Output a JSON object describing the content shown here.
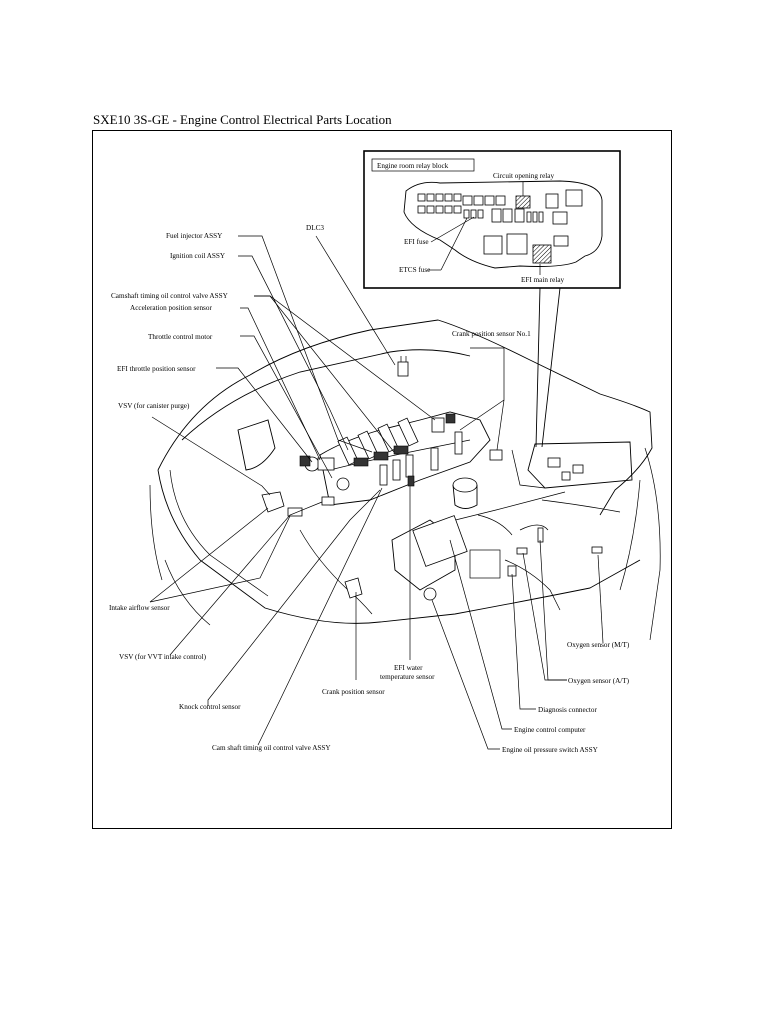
{
  "title": "SXE10 3S-GE - Engine Control Electrical Parts Location",
  "relay_block": {
    "title": "Engine room relay block",
    "circuit_opening_relay": "Circuit opening relay",
    "efi_fuse": "EFI fuse",
    "etcs_fuse": "ETCS fuse",
    "efi_main_relay": "EFI main relay"
  },
  "labels": {
    "dlc3": "DLC3",
    "fuel_injector": "Fuel injector ASSY",
    "ignition_coil": "Ignition coil ASSY",
    "camshaft_ocv_top": "Camshaft timing oil control valve ASSY",
    "acceleration_sensor": "Acceleration position sensor",
    "throttle_motor": "Throttle control motor",
    "efi_throttle_sensor": "EFI throttle position sensor",
    "vsv_canister": "VSV (for canister purge)",
    "crank_sensor_no1": "Crank position sensor No.1",
    "intake_airflow": "Intake airflow sensor",
    "vsv_vvt": "VSV (for VVT intake control)",
    "knock_sensor": "Knock control sensor",
    "cam_ocv_bottom": "Cam shaft timing oil control valve ASSY",
    "crank_sensor": "Crank position sensor",
    "efi_water_temp_1": "EFI water",
    "efi_water_temp_2": "temperature sensor",
    "oxygen_mt": "Oxygen sensor (M/T)",
    "oxygen_at": "Oxygen sensor (A/T)",
    "diagnosis_connector": "Diagnosis connector",
    "engine_control_computer": "Engine control computer",
    "engine_oil_pressure": "Engine oil pressure switch ASSY"
  }
}
